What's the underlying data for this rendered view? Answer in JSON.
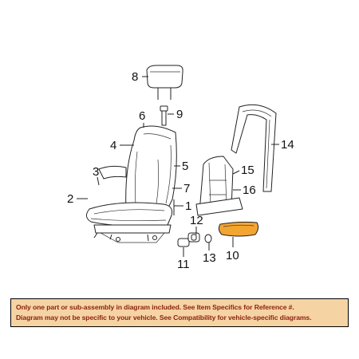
{
  "callouts": [
    {
      "id": "1",
      "label": "1"
    },
    {
      "id": "2",
      "label": "2"
    },
    {
      "id": "3",
      "label": "3"
    },
    {
      "id": "4",
      "label": "4"
    },
    {
      "id": "5",
      "label": "5"
    },
    {
      "id": "6",
      "label": "6"
    },
    {
      "id": "7",
      "label": "7"
    },
    {
      "id": "8",
      "label": "8"
    },
    {
      "id": "9",
      "label": "9"
    },
    {
      "id": "10",
      "label": "10"
    },
    {
      "id": "11",
      "label": "11"
    },
    {
      "id": "12",
      "label": "12"
    },
    {
      "id": "13",
      "label": "13"
    },
    {
      "id": "14",
      "label": "14"
    },
    {
      "id": "15",
      "label": "15"
    },
    {
      "id": "16",
      "label": "16"
    }
  ],
  "highlighted_part": "10",
  "colors": {
    "highlight_fill": "#f2a531",
    "notice_background": "#f6d3a3",
    "notice_text": "#8b2412"
  },
  "notice": {
    "line1": "Only one part or sub-assembly in diagram included. See Item Specifics for Reference #.",
    "line2": "Diagram may not be specific to your vehicle. See Compatibility for vehicle-specific diagrams."
  }
}
